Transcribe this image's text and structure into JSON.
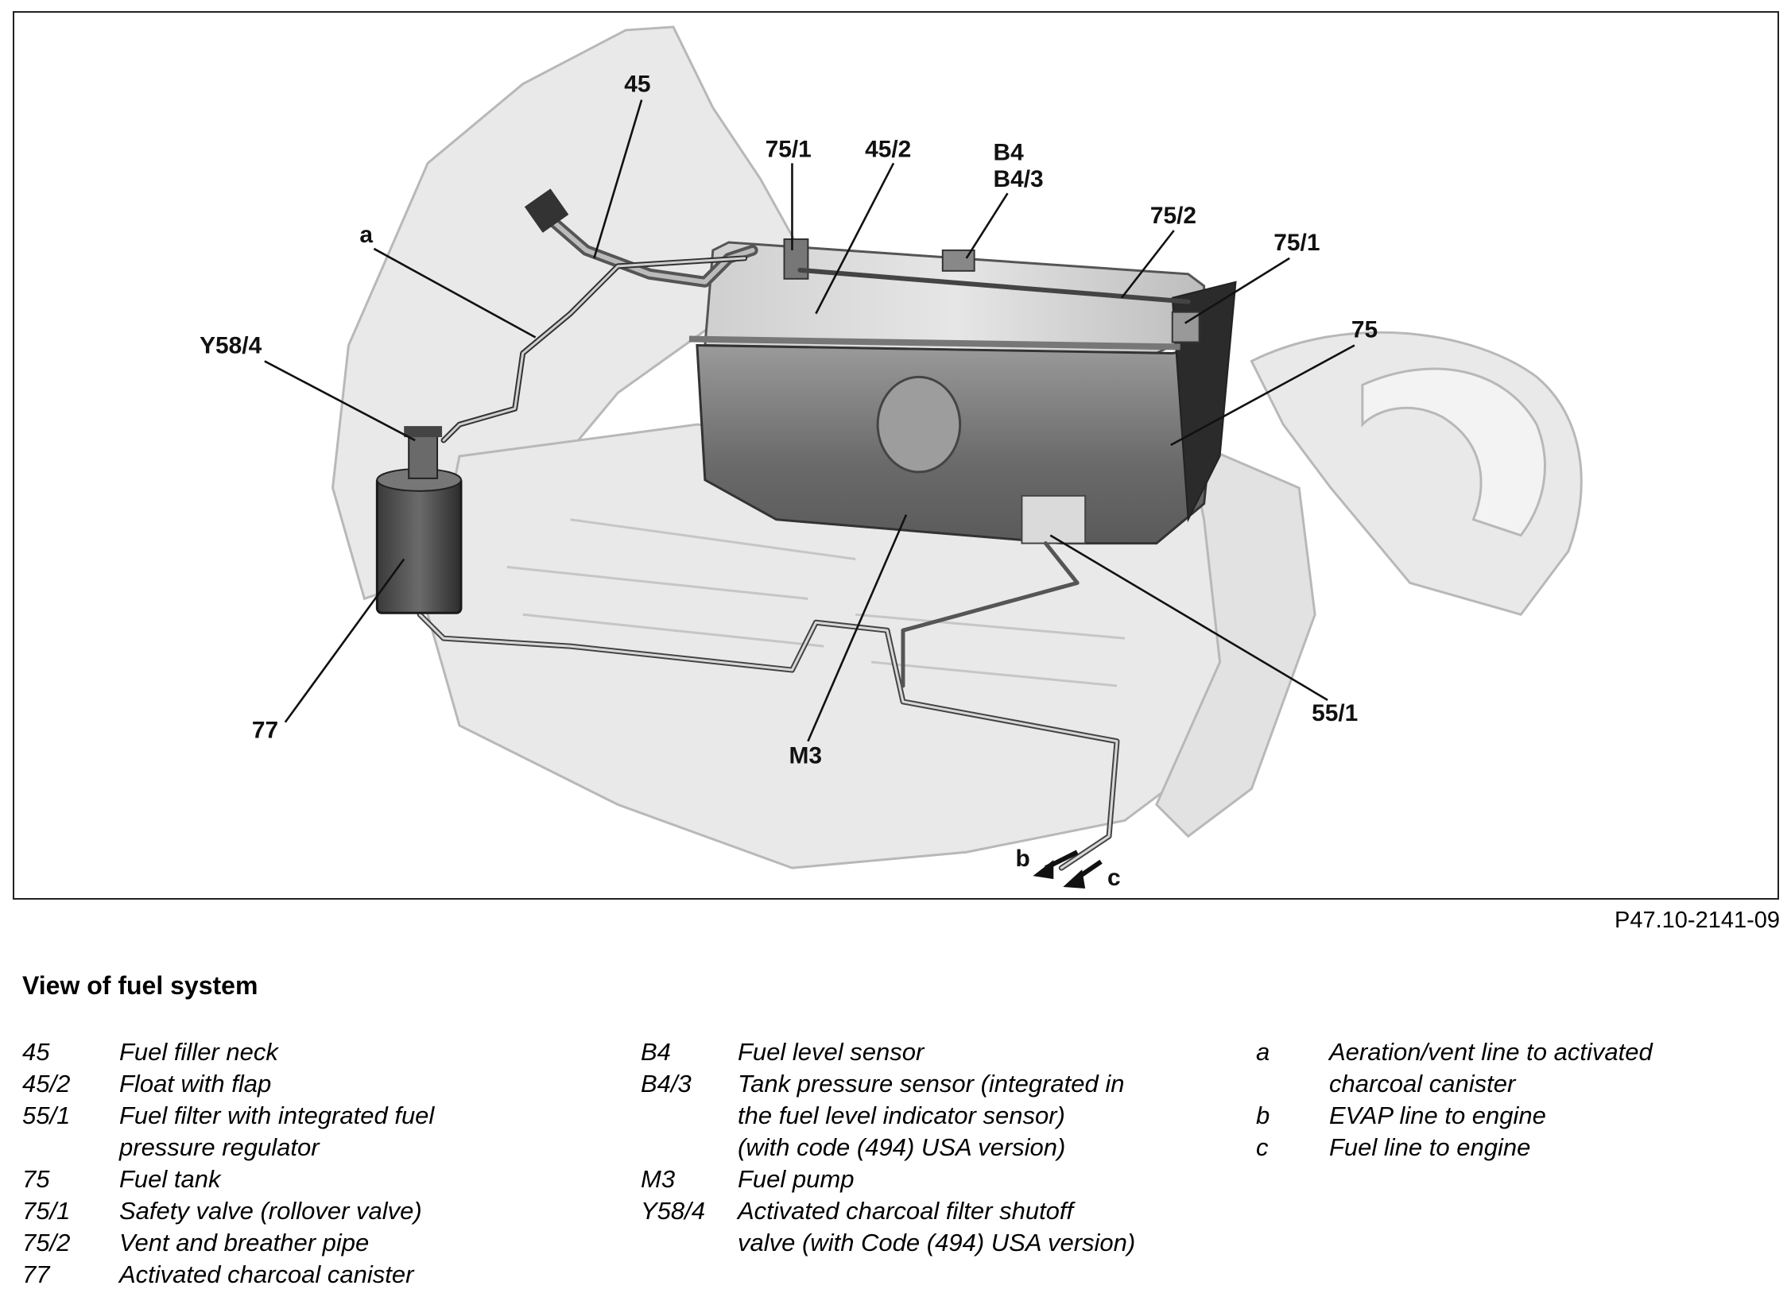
{
  "figure": {
    "code": "P47.10-2141-09",
    "callouts": {
      "c45": "45",
      "c75_1_left": "75/1",
      "c45_2": "45/2",
      "cB4": "B4",
      "cB4_3": "B4/3",
      "c75_2": "75/2",
      "c75_1_right": "75/1",
      "c75": "75",
      "cA": "a",
      "cY58_4": "Y58/4",
      "c77": "77",
      "cM3": "M3",
      "c55_1": "55/1",
      "cB": "b",
      "cC": "c"
    }
  },
  "caption": {
    "title": "View of fuel system"
  },
  "legend": {
    "col1": [
      {
        "key": "45",
        "text": "Fuel filler neck"
      },
      {
        "key": "45/2",
        "text": "Float with flap"
      },
      {
        "key": "55/1",
        "text": "Fuel filter with integrated fuel\npressure regulator"
      },
      {
        "key": "75",
        "text": "Fuel tank"
      },
      {
        "key": "75/1",
        "text": "Safety valve (rollover valve)"
      },
      {
        "key": "75/2",
        "text": "Vent and breather pipe"
      },
      {
        "key": "77",
        "text": "Activated charcoal canister"
      }
    ],
    "col2": [
      {
        "key": "B4",
        "text": "Fuel level sensor"
      },
      {
        "key": "B4/3",
        "text": "Tank pressure sensor (integrated in\nthe fuel level indicator sensor)\n(with code (494) USA version)"
      },
      {
        "key": "M3",
        "text": "Fuel pump"
      },
      {
        "key": "Y58/4",
        "text": "Activated charcoal filter shutoff\nvalve (with Code (494) USA version)"
      }
    ],
    "col3": [
      {
        "key": "a",
        "text": "Aeration/vent line to activated\ncharcoal canister"
      },
      {
        "key": "b",
        "text": "EVAP line to engine"
      },
      {
        "key": "c",
        "text": "Fuel line to engine"
      }
    ]
  }
}
